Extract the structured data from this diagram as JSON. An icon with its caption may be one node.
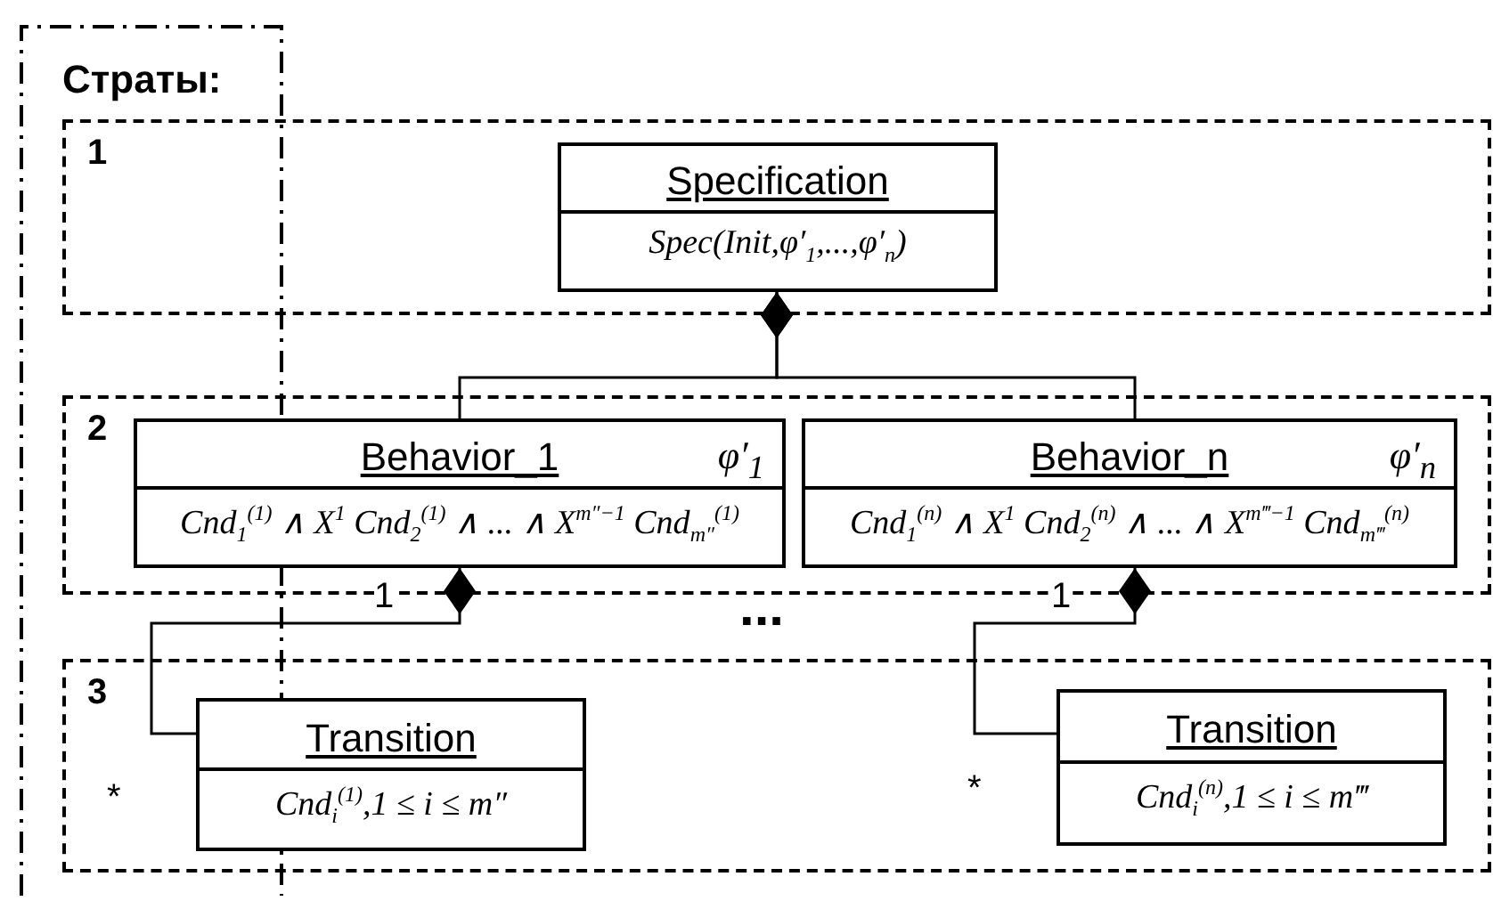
{
  "diagram": {
    "nodes": [
      {
        "text": [
          "1"
        ]
      },
      {
        "text": [
          "Specification",
          "Spec(Init,φ′$_{1}$,...,φ′$_{n}$)"
        ],
        "in": 0
      },
      {
        "text": [
          "2"
        ]
      },
      {
        "text": [
          "Behavior_1",
          "φ′$_{1}$",
          "Cnd$_{1}$$^{(1)}$ ∧ X$^{1}$ Cnd$_{2}$$^{(1)}$ ∧ ... ∧ X$^{m″−1}$ Cnd$_{m″}$$^{(1)}$"
        ],
        "in": 2
      },
      {
        "text": [
          "Behavior_n",
          "φ′$_{n}$",
          "Cnd$_{1}$$^{(n)}$ ∧ X$^{1}$ Cnd$_{2}$$^{(n)}$ ∧ ... ∧ X$^{m‴−1}$ Cnd$_{m‴}$$^{(n)}$"
        ],
        "in": 2
      },
      {
        "text": [
          "3"
        ]
      },
      {
        "text": [
          "Transition",
          "Cnd$_{i}$$^{(1)}$,1 ≤ i ≤ m″"
        ],
        "in": 5,
        "beside": [
          "*"
        ]
      },
      {
        "text": [
          "Transition",
          "Cnd$_{i}$$^{(n)}$,1 ≤ i ≤ m‴"
        ],
        "in": 5,
        "beside": [
          "*"
        ]
      }
    ],
    "edges": [
      {
        "from": 1,
        "to": 3,
        "arrow": "other"
      },
      {
        "from": 1,
        "to": 4,
        "arrow": "other"
      },
      {
        "from": 3,
        "to": 6,
        "arrow": "other",
        "label": "1"
      },
      {
        "from": 4,
        "to": 7,
        "arrow": "other",
        "label": "1"
      }
    ],
    "labels": [
      "Страты:",
      "..."
    ]
  }
}
